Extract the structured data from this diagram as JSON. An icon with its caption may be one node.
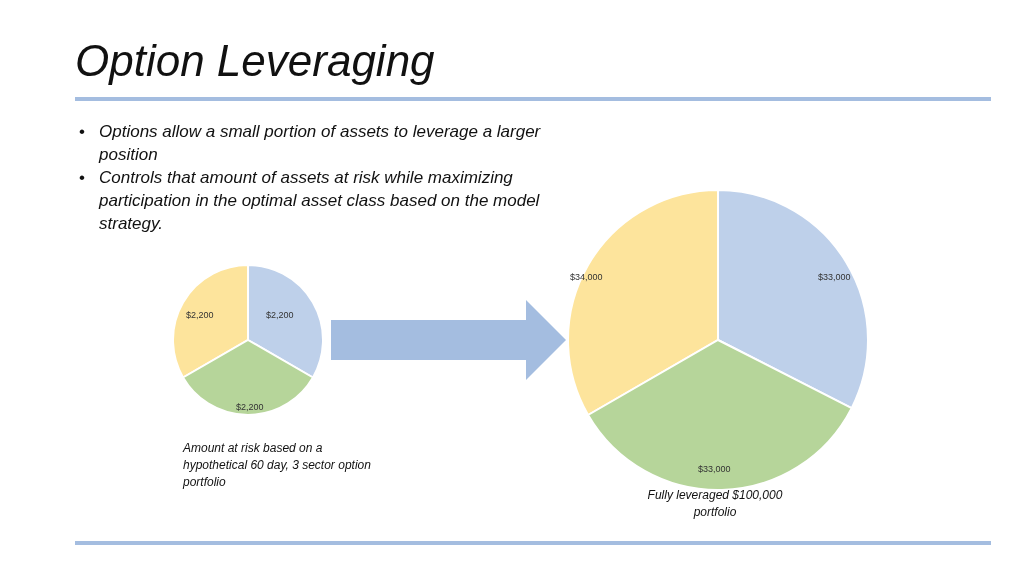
{
  "diagram": {
    "title": "Option Leveraging",
    "nodes": [
      {
        "text": [
          "$2,200",
          "$2,200",
          "$2,200"
        ],
        "beside": [
          "Amount at risk based on a hypothetical 60 day, 3 sector option portfolio"
        ]
      },
      {
        "text": [
          "$34,000",
          "$33,000",
          "$33,000"
        ],
        "beside": [
          "Fully leveraged $100,000 portfolio"
        ]
      }
    ],
    "edges": [
      {
        "from": 0,
        "to": 1,
        "arrow": "to"
      }
    ],
    "labels": [
      "•",
      "Options allow a small portion of assets to leverage a larger position",
      "•",
      "Controls that amount of assets at risk while maximizing participation in the optimal asset class based on the model strategy."
    ]
  }
}
